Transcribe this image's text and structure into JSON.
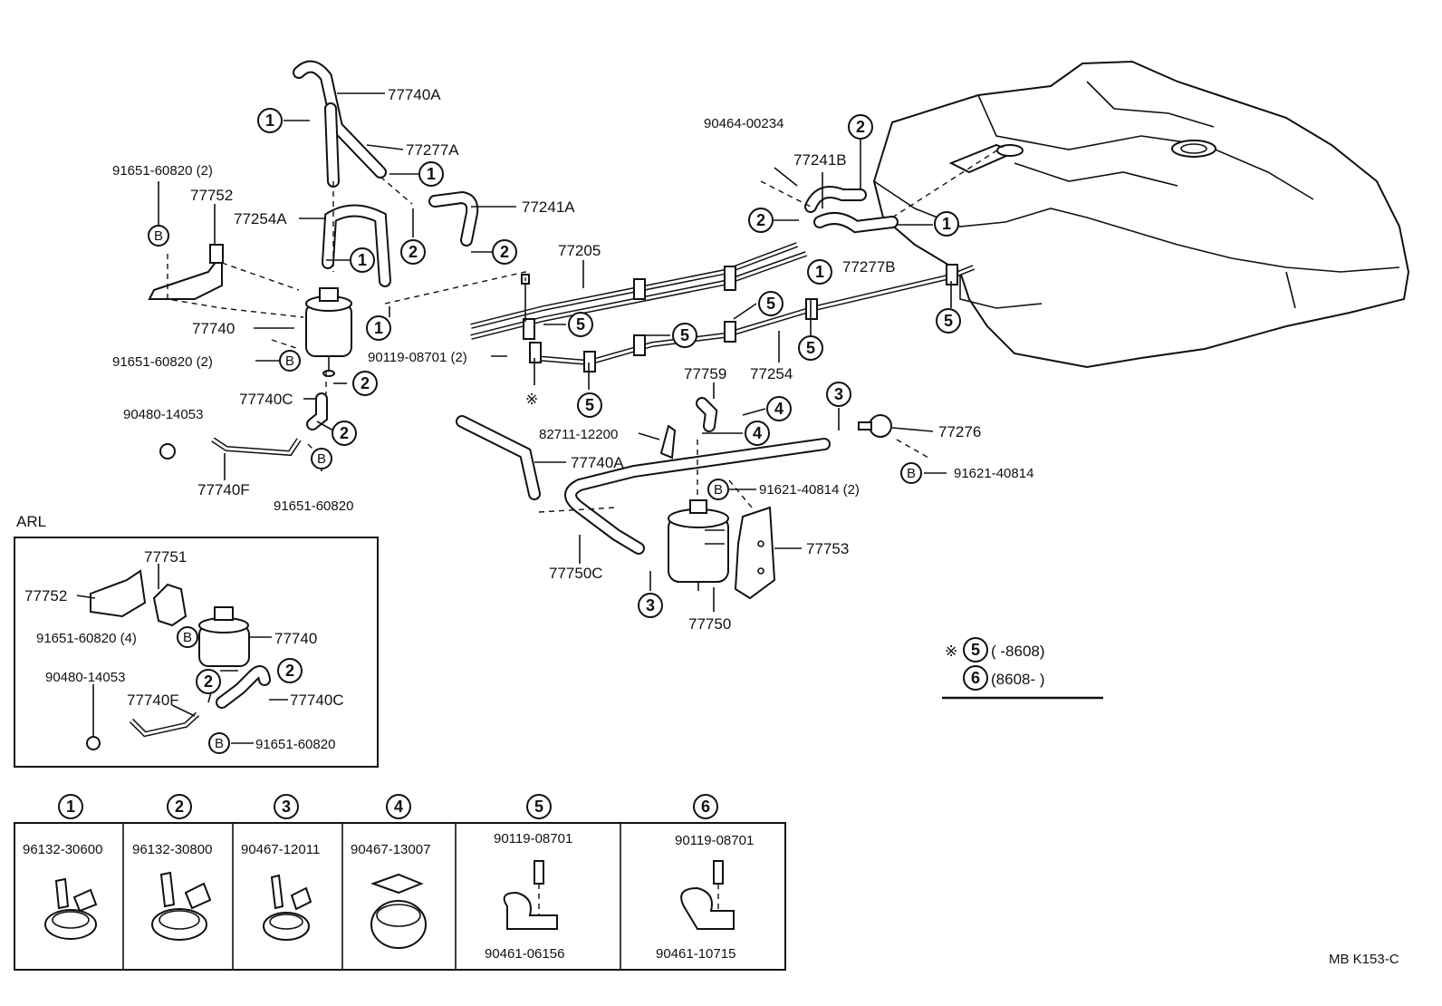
{
  "diagram": {
    "labels": {
      "p77740A_top": "77740A",
      "p77277A": "77277A",
      "p91651_60820_2_top": "91651-60820 (2)",
      "p77752": "77752",
      "p77254A": "77254A",
      "p77241A": "77241A",
      "p77205": "77205",
      "p90464_00234": "90464-00234",
      "p77241B": "77241B",
      "p77277B": "77277B",
      "p77740": "77740",
      "p91651_60820_2_mid": "91651-60820 (2)",
      "p90119_08701_2": "90119-08701 (2)",
      "p77254": "77254",
      "p77759": "77759",
      "p77740C": "77740C",
      "p90480_14053": "90480-14053",
      "p82711_12200": "82711-12200",
      "p77276": "77276",
      "p77740A_mid": "77740A",
      "p91621_40814": "91621-40814",
      "p77740F": "77740F",
      "p91651_60820": "91651-60820",
      "p91621_40814_2": "91621-40814 (2)",
      "p77753": "77753",
      "p77750C": "77750C",
      "p77750": "77750",
      "note_asterisk": "※",
      "note_range_5": "(        -8608)",
      "note_range_6": "(8608-        )",
      "ref": "MB  K153-C"
    },
    "arl": {
      "title": "ARL",
      "labels": {
        "p77751": "77751",
        "p77752": "77752",
        "p91651_60820_4": "91651-60820 (4)",
        "p77740": "77740",
        "p90480_14053": "90480-14053",
        "p77740F": "77740F",
        "p77740C": "77740C",
        "p91651_60820": "91651-60820"
      }
    },
    "markers": {
      "c1": "1",
      "c2": "2",
      "c3": "3",
      "c4": "4",
      "c5": "5",
      "c6": "6",
      "b": "B"
    },
    "legend": {
      "cells": [
        {
          "num": "1",
          "part": "96132-30600"
        },
        {
          "num": "2",
          "part": "96132-30800"
        },
        {
          "num": "3",
          "part": "90467-12011"
        },
        {
          "num": "4",
          "part": "90467-13007"
        },
        {
          "num": "5",
          "part": "90119-08701",
          "part2": "90461-06156"
        },
        {
          "num": "6",
          "part": "90119-08701",
          "part2": "90461-10715"
        }
      ]
    }
  }
}
